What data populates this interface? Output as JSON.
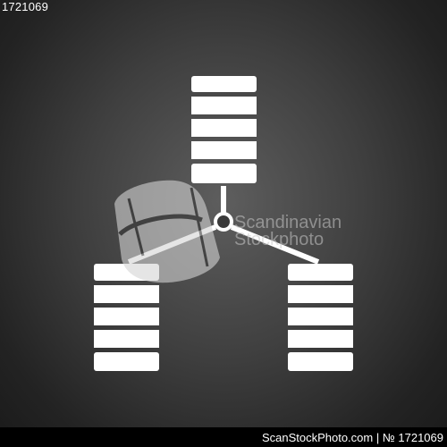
{
  "image_id_top": "1721069",
  "watermark": {
    "line1": "Scandinavian",
    "line2": "Stockphoto"
  },
  "footer": {
    "text": "ScanStockPhoto.com | № 1721069"
  },
  "colors": {
    "icon": "#ffffff",
    "background": "#3f3f3f",
    "footer": "#000000"
  },
  "icons": [
    "database-icon",
    "network-hub-icon"
  ]
}
